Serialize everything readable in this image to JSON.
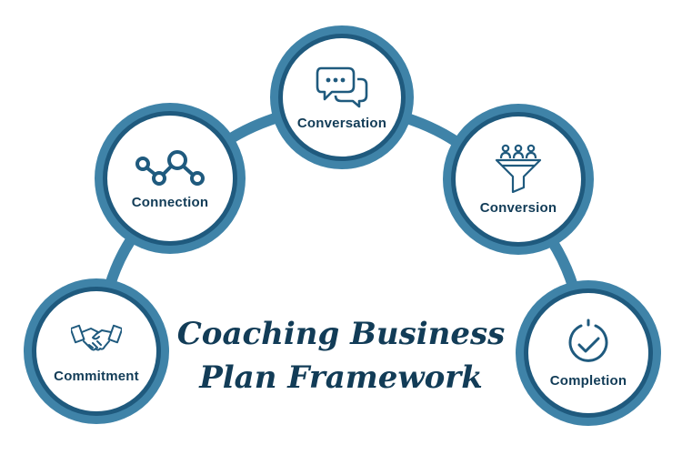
{
  "title": {
    "line1": "Coaching Business",
    "line2": "Plan Framework"
  },
  "nodes": [
    {
      "label": "Commitment",
      "icon": "handshake-icon"
    },
    {
      "label": "Connection",
      "icon": "network-nodes-icon"
    },
    {
      "label": "Conversation",
      "icon": "chat-bubbles-icon"
    },
    {
      "label": "Conversion",
      "icon": "funnel-people-icon"
    },
    {
      "label": "Completion",
      "icon": "check-circle-icon"
    }
  ],
  "colors": {
    "ring": "#3f83a8",
    "ring_inner": "#1f5a7e",
    "text": "#123c57",
    "connector": "#3f83a8"
  }
}
